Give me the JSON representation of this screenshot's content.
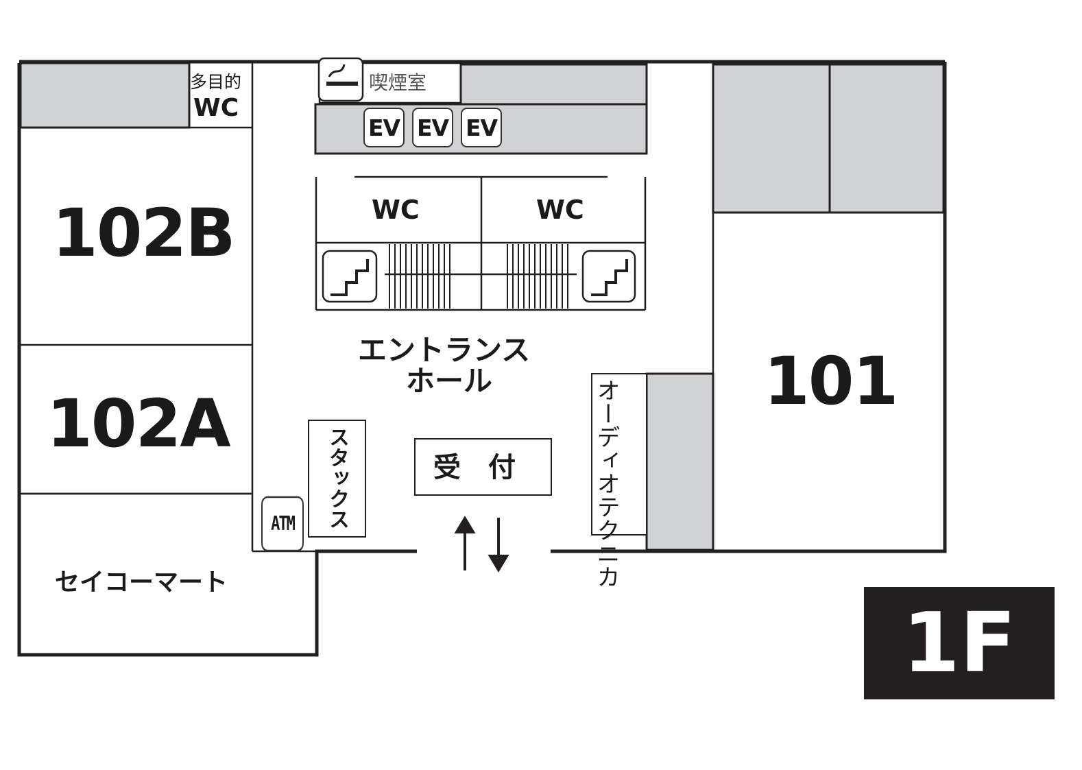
{
  "floor": "1F",
  "rooms": {
    "r102b": "102B",
    "r102a": "102A",
    "r101": "101",
    "seicomart": "セイコーマート"
  },
  "facilities": {
    "multipurpose_wc_top": "多目的",
    "multipurpose_wc_bottom": "WC",
    "smoking_room": "喫煙室",
    "ev1": "EV",
    "ev2": "EV",
    "ev3": "EV",
    "wc_left": "WC",
    "wc_right": "WC",
    "entrance_hall_line1": "エントランス",
    "entrance_hall_line2": "ホール",
    "reception": "受　付",
    "stacks": "スタックス",
    "audio_technica": "オーディオテクニカ",
    "atm": "ATM"
  },
  "colors": {
    "wall": "#231f20",
    "grey_area": "#d1d2d4",
    "badge_bg": "#231f20"
  }
}
